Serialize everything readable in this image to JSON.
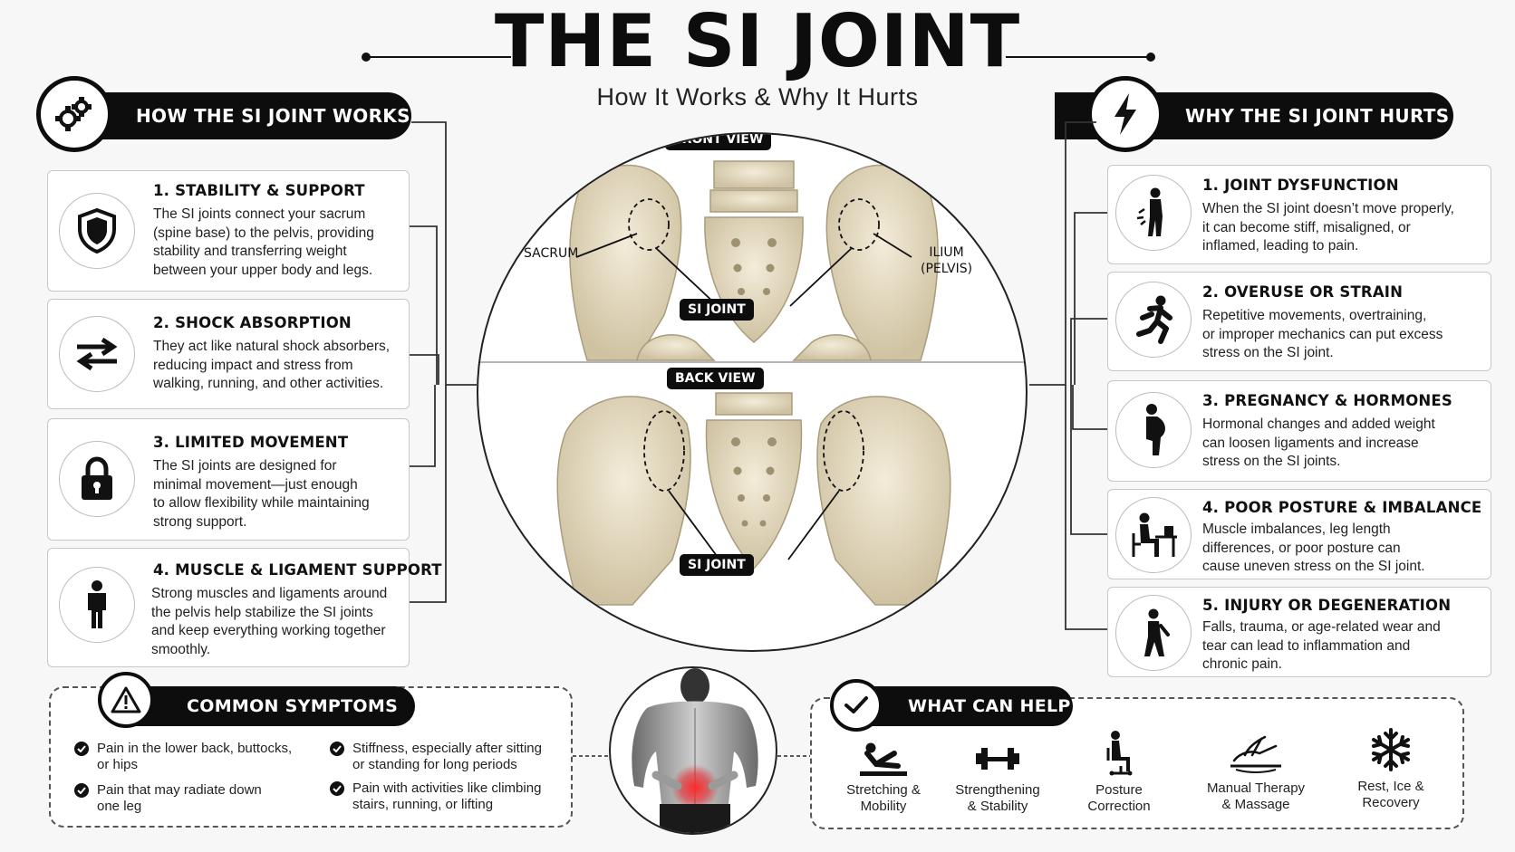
{
  "header": {
    "title": "THE SI JOINT",
    "subtitle": "How It Works & Why It Hurts"
  },
  "left_section": {
    "banner": "HOW THE SI JOINT WORKS",
    "banner_icon": "gears-icon",
    "cards": [
      {
        "title": "1. STABILITY & SUPPORT",
        "icon": "shield-icon",
        "text": [
          "The SI joints connect your sacrum",
          "(spine base) to the pelvis, providing",
          "stability and transferring weight",
          "between your upper body and legs."
        ]
      },
      {
        "title": "2. SHOCK ABSORPTION",
        "icon": "arrows-exchange-icon",
        "text": [
          "They act like natural shock absorbers,",
          "reducing impact and stress from",
          "walking, running, and other activities."
        ]
      },
      {
        "title": "3. LIMITED MOVEMENT",
        "icon": "lock-icon",
        "text": [
          "The SI joints are designed for",
          "minimal movement—just enough",
          "to allow flexibility while maintaining",
          "strong support."
        ]
      },
      {
        "title": "4. MUSCLE & LIGAMENT SUPPORT",
        "icon": "person-icon",
        "text": [
          "Strong muscles and ligaments around",
          "the pelvis help stabilize the SI joints",
          "and keep everything working together",
          "smoothly."
        ]
      }
    ]
  },
  "right_section": {
    "banner": "WHY THE SI JOINT HURTS",
    "banner_icon": "lightning-icon",
    "cards": [
      {
        "title": "1. JOINT DYSFUNCTION",
        "icon": "back-pain-person-icon",
        "text": [
          "When the SI joint doesn’t move properly,",
          "it can become stiff, misaligned, or",
          "inflamed, leading to pain."
        ]
      },
      {
        "title": "2. OVERUSE OR STRAIN",
        "icon": "runner-icon",
        "text": [
          "Repetitive movements, overtraining,",
          "or improper mechanics can put excess",
          "stress on the SI joint."
        ]
      },
      {
        "title": "3. PREGNANCY & HORMONES",
        "icon": "pregnant-person-icon",
        "text": [
          "Hormonal changes and added weight",
          "can loosen ligaments and increase",
          "stress on the SI joints."
        ]
      },
      {
        "title": "4. POOR POSTURE & IMBALANCE",
        "icon": "desk-worker-icon",
        "text": [
          "Muscle imbalances, leg length",
          "differences, or poor posture can",
          "cause uneven stress on the SI joint."
        ]
      },
      {
        "title": "5. INJURY OR DEGENERATION",
        "icon": "injured-person-icon",
        "text": [
          "Falls, trauma, or age-related wear and",
          "tear can lead to inflammation and",
          "chronic pain."
        ]
      }
    ]
  },
  "diagram": {
    "front_view": "FRONT VIEW",
    "back_view": "BACK VIEW",
    "label_sacrum": "SACRUM",
    "label_ilium_1": "ILIUM",
    "label_ilium_2": "(PELVIS)",
    "label_si_front": "SI JOINT",
    "label_si_back": "SI JOINT"
  },
  "symptoms": {
    "banner": "COMMON SYMPTOMS",
    "banner_icon": "warning-icon",
    "items": [
      [
        "Pain in the lower back, buttocks,",
        "or hips"
      ],
      [
        "Stiffness, especially after sitting",
        "or standing for long periods"
      ],
      [
        "Pain that may radiate down",
        "one leg"
      ],
      [
        "Pain with activities like climbing",
        "stairs, running, or lifting"
      ]
    ]
  },
  "help": {
    "banner": "WHAT CAN HELP",
    "banner_icon": "checkmark-icon",
    "items": [
      {
        "label": [
          "Stretching &",
          "Mobility"
        ],
        "icon": "stretching-icon"
      },
      {
        "label": [
          "Strengthening",
          "& Stability"
        ],
        "icon": "dumbbell-icon"
      },
      {
        "label": [
          "Posture",
          "Correction"
        ],
        "icon": "sitting-posture-icon"
      },
      {
        "label": [
          "Manual Therapy",
          "& Massage"
        ],
        "icon": "massage-hands-icon"
      },
      {
        "label": [
          "Rest, Ice &",
          "Recovery"
        ],
        "icon": "snowflake-icon"
      }
    ]
  },
  "colors": {
    "ink": "#0d0d0d",
    "bone": "#e9e1cc",
    "bone_shade": "#c9bd9e",
    "pain_red": "#e3262b"
  }
}
